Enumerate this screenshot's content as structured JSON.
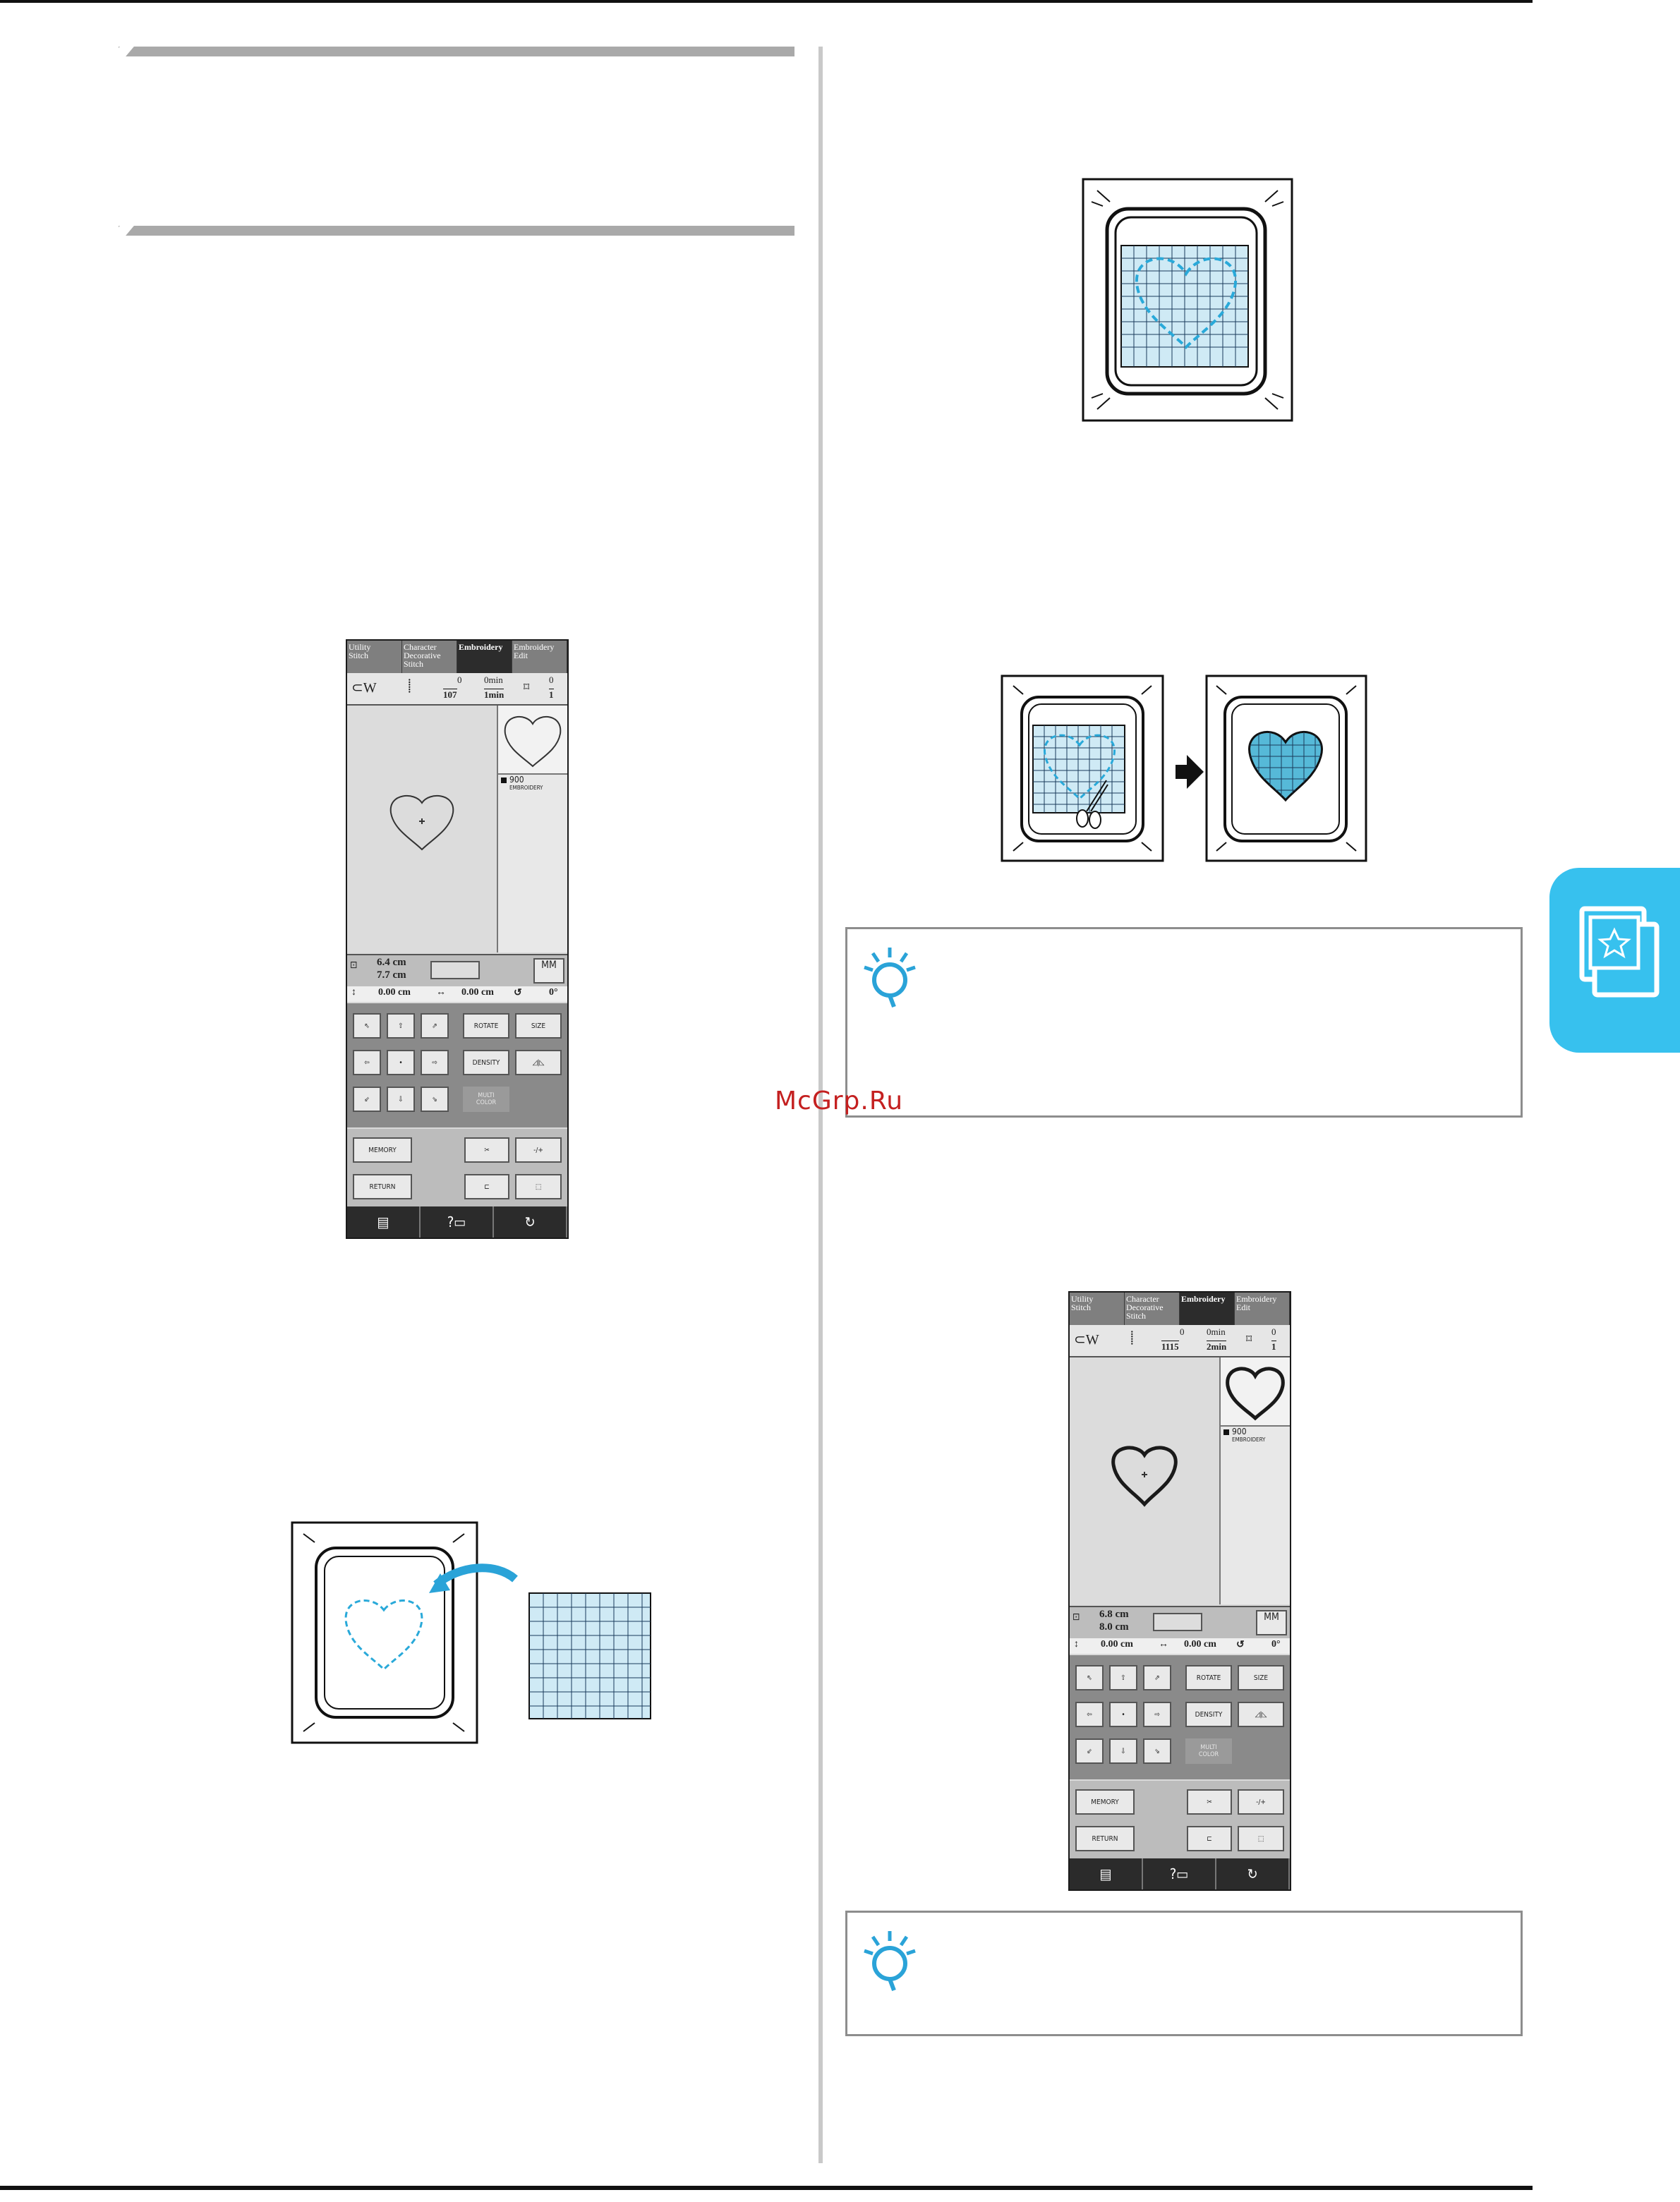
{
  "watermark": "McGrp.Ru",
  "side_tab": {
    "icon": "embroidery-frame-icon"
  },
  "screen1": {
    "tabs": [
      "Utility\nStitch",
      "Character\nDecorative\nStitch",
      "Embroidery",
      "Embroidery\nEdit"
    ],
    "stitch_count_top": "0",
    "stitch_count_total": "107",
    "time_top": "0min",
    "time_total": "1min",
    "color_top": "0",
    "color_total": "1",
    "thread_number": "900",
    "thread_name": "EMBROIDERY",
    "height": "6.4 cm",
    "width": "7.7 cm",
    "pos_v": "0.00 cm",
    "pos_h": "0.00 cm",
    "angle": "0°",
    "btn_rotate": "ROTATE",
    "btn_size": "SIZE",
    "btn_density": "DENSITY",
    "btn_multicolor": "MULTI\nCOLOR",
    "btn_memory": "MEMORY",
    "btn_return": "RETURN"
  },
  "screen2": {
    "tabs": [
      "Utility\nStitch",
      "Character\nDecorative\nStitch",
      "Embroidery",
      "Embroidery\nEdit"
    ],
    "stitch_count_top": "0",
    "stitch_count_total": "1115",
    "time_top": "0min",
    "time_total": "2min",
    "color_top": "0",
    "color_total": "1",
    "thread_number": "900",
    "thread_name": "EMBROIDERY",
    "height": "6.8 cm",
    "width": "8.0 cm",
    "pos_v": "0.00 cm",
    "pos_h": "0.00 cm",
    "angle": "0°",
    "btn_rotate": "ROTATE",
    "btn_size": "SIZE",
    "btn_density": "DENSITY",
    "btn_multicolor": "MULTI\nCOLOR",
    "btn_memory": "MEMORY",
    "btn_return": "RETURN"
  },
  "colors": {
    "accent_blue": "#37c1ee",
    "fabric_blue": "#cfeaf5",
    "dashed_blue": "#29a9d9"
  }
}
